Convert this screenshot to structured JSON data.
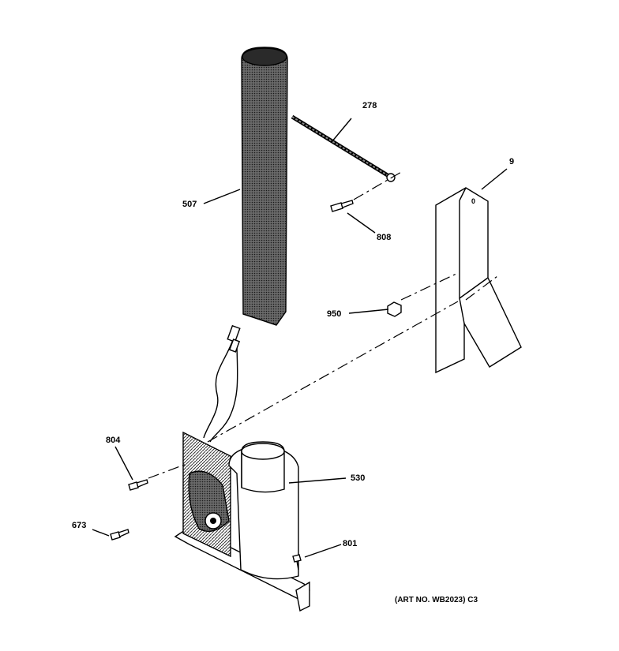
{
  "callouts": {
    "c278": "278",
    "c9": "9",
    "c507": "507",
    "c808": "808",
    "c950": "950",
    "c804": "804",
    "c530": "530",
    "c673": "673",
    "c801": "801"
  },
  "art_number": "(ART NO. WB2023) C3",
  "colors": {
    "ink": "#000000",
    "background": "#ffffff",
    "hatch": "#555555"
  }
}
